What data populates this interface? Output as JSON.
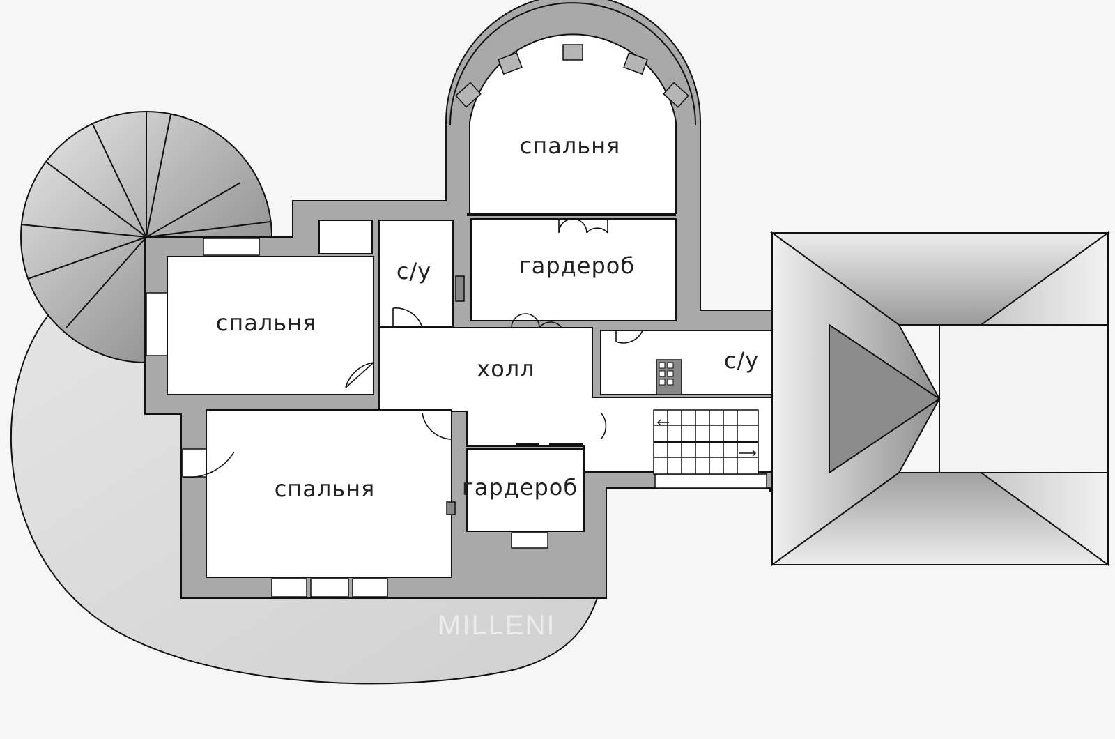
{
  "plan": {
    "rooms": {
      "bedroom_top": "спальня",
      "bedroom_left": "спальня",
      "bedroom_bottom": "спальня",
      "wardrobe_top": "гардероб",
      "wardrobe_bottom": "гардероб",
      "bathroom_small": "с/у",
      "bathroom_right": "с/у",
      "hall": "холл"
    },
    "watermark": "MILLENI"
  }
}
